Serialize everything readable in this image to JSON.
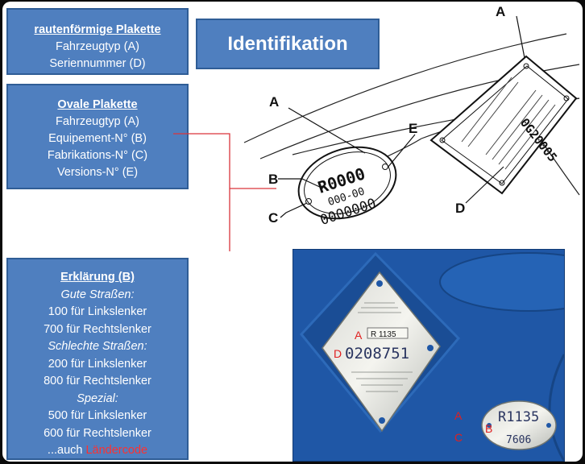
{
  "title": "Identifikation",
  "box_diamond": {
    "heading": "rautenförmige Plakette",
    "lines": [
      "Fahrzeugtyp (A)",
      "Seriennummer (D)"
    ]
  },
  "box_oval": {
    "heading": "Ovale Plakette",
    "lines": [
      "Fahrzeugtyp (A)",
      "Equipement-N° (B)",
      "Fabrikations-N° (C)",
      "Versions-N° (E)"
    ]
  },
  "box_explain": {
    "heading": "Erklärung (B)",
    "sub1": "Gute Straßen:",
    "l1": "100 für Linkslenker",
    "l2": "700 für Rechtslenker",
    "sub2": "Schlechte Straßen:",
    "l3": "200 für Linkslenker",
    "l4": "800 für Rechtslenker",
    "sub3": "Spezial:",
    "l5": "500 für Linkslenker",
    "l6": "600 für Rechtslenker",
    "last_prefix": "...auch",
    "last_red": "Ländercode"
  },
  "drawing": {
    "labels": {
      "a_top": "A",
      "a_left": "A",
      "b": "B",
      "c": "C",
      "d": "D",
      "e": "E"
    },
    "oval_line1": "R0000",
    "oval_line2": "000-00",
    "oval_line3": "0000000",
    "diamond_number": "0G20005"
  },
  "photo": {
    "diamond_code": "R 1135",
    "diamond_serial": "0208751",
    "label_a": "A",
    "label_d": "D",
    "oval_top": "R1135",
    "oval_bottom": "7606",
    "label_a2": "A",
    "label_b": "B",
    "label_c": "C"
  },
  "colors": {
    "box_fill": "#4f7fbf",
    "box_border": "#2f5d96",
    "connector": "#d9343b",
    "photo_bg": "#1f57a6"
  }
}
